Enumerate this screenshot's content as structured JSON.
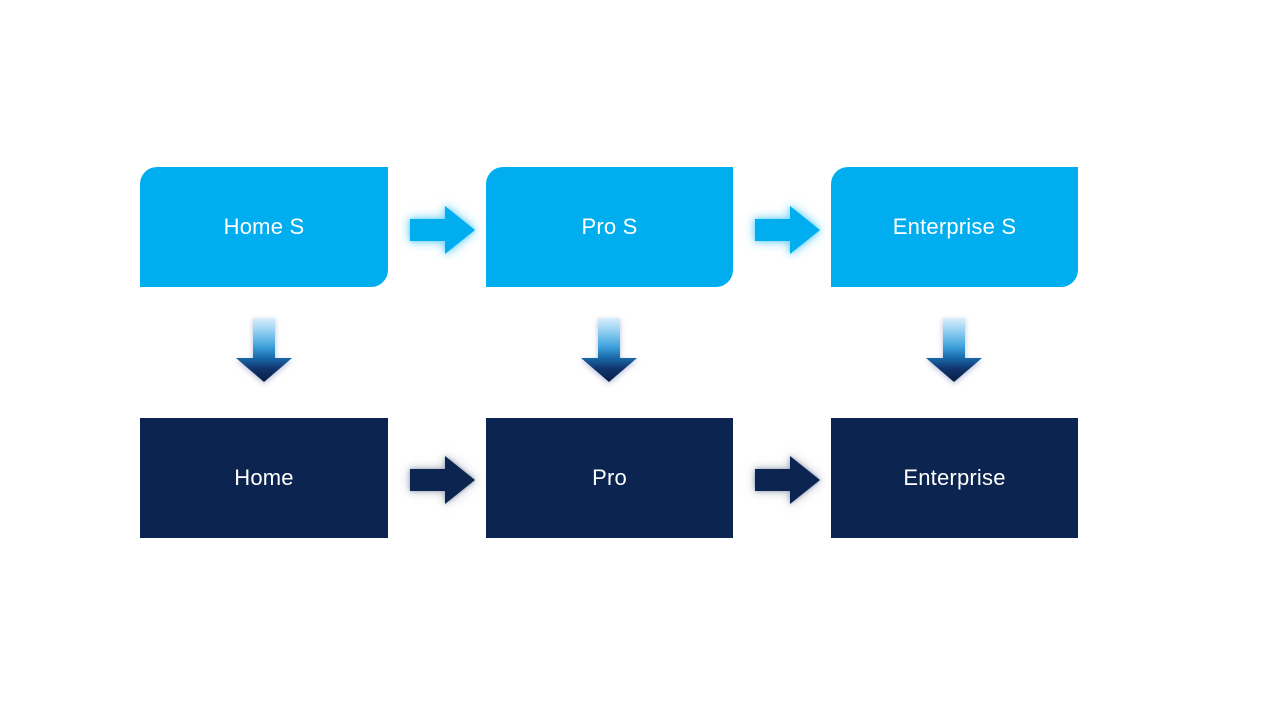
{
  "diagram": {
    "background": "#FFFFFF",
    "top_boxes": [
      {
        "label": "Home S"
      },
      {
        "label": "Pro S"
      },
      {
        "label": "Enterprise S"
      }
    ],
    "bottom_boxes": [
      {
        "label": "Home"
      },
      {
        "label": "Pro"
      },
      {
        "label": "Enterprise"
      }
    ],
    "icons": [
      "right-arrow-icon",
      "down-arrow-icon"
    ],
    "colors": {
      "top_box_fill": "#00AEEF",
      "bottom_box_fill": "#0C2450",
      "label_text": "#FFFFFF",
      "down_arrow_gradient_start": "#DBEFFB",
      "down_arrow_gradient_end": "#0A1E42",
      "top_arrow_glow": "#66D4FF",
      "bottom_arrow_glow": "#8C96AA"
    }
  }
}
